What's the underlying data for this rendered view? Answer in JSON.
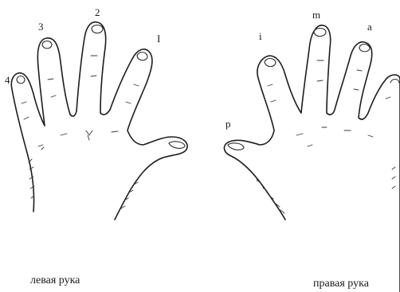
{
  "left_hand": {
    "caption": "левая рука",
    "finger_labels": {
      "pinky": "4",
      "ring": "3",
      "middle": "2",
      "index": "I"
    }
  },
  "right_hand": {
    "caption": "правая рука",
    "finger_labels": {
      "thumb": "p",
      "index": "i",
      "middle": "m",
      "ring": "a"
    }
  }
}
